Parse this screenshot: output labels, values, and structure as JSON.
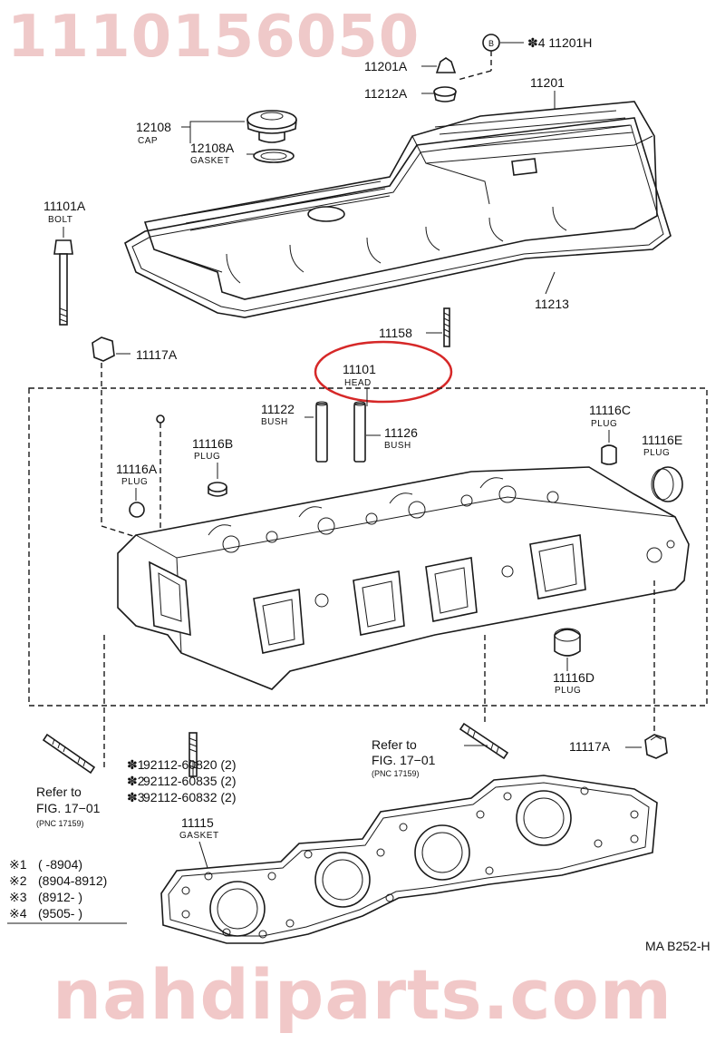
{
  "watermark": {
    "part_number": "1110156050",
    "site": "nahdiparts.com"
  },
  "figure_code": "MA B252-H",
  "labels": {
    "l11201H": "✽4 11201H",
    "l11201A": "11201A",
    "l11212A": "11212A",
    "l11201": "11201",
    "l12108": "12108",
    "l12108_sub": "CAP",
    "l12108A": "12108A",
    "l12108A_sub": "GASKET",
    "l11101A": "11101A",
    "l11101A_sub": "BOLT",
    "l11213": "11213",
    "l11158": "11158",
    "l11117A_top": "11117A",
    "l11101": "11101",
    "l11101_sub": "HEAD",
    "l11122": "11122",
    "l11122_sub": "BUSH",
    "l11126": "11126",
    "l11126_sub": "BUSH",
    "l11116C": "11116C",
    "l11116C_sub": "PLUG",
    "l11116E": "11116E",
    "l11116E_sub": "PLUG",
    "l11116B": "11116B",
    "l11116B_sub": "PLUG",
    "l11116A": "11116A",
    "l11116A_sub": "PLUG",
    "l11116D": "11116D",
    "l11116D_sub": "PLUG",
    "l11117A_bottom": "11117A",
    "l11115": "11115",
    "l11115_sub": "GASKET",
    "circle_b": "B"
  },
  "refer_left": {
    "line1": "Refer to",
    "line2": "FIG. 17−01",
    "line3": "(PNC 17159)"
  },
  "refer_right": {
    "line1": "Refer to",
    "line2": "FIG. 17−01",
    "line3": "(PNC 17159)"
  },
  "stud_list": [
    {
      "mark": "✽1",
      "text": "92112-60820 (2)"
    },
    {
      "mark": "✽2",
      "text": "92112-60835 (2)"
    },
    {
      "mark": "✽3",
      "text": "92112-60832 (2)"
    }
  ],
  "legend": [
    {
      "mark": "※1",
      "text": "(        -8904)"
    },
    {
      "mark": "※2",
      "text": "(8904-8912)"
    },
    {
      "mark": "※3",
      "text": "(8912-        )"
    },
    {
      "mark": "※4",
      "text": "(9505-        )"
    }
  ],
  "highlight_color": "#d62828",
  "watermark_color": "#f1c8c8"
}
